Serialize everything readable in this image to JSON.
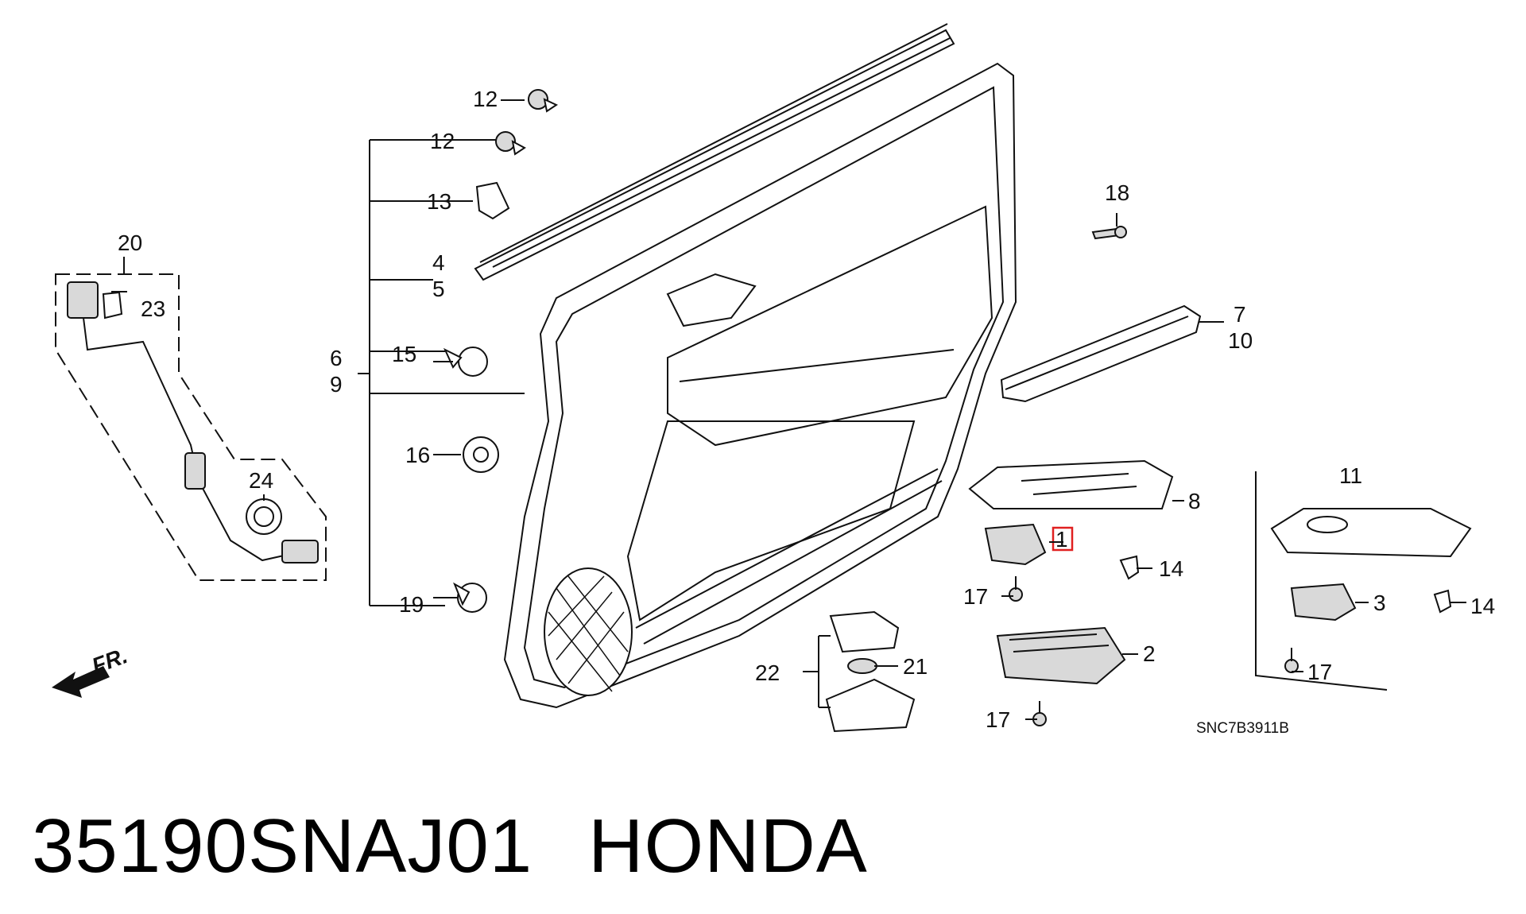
{
  "callouts": {
    "c1": "1",
    "c2": "2",
    "c3": "3",
    "c4": "4",
    "c5": "5",
    "c6": "6",
    "c7": "7",
    "c8": "8",
    "c9": "9",
    "c10": "10",
    "c11": "11",
    "c12a": "12",
    "c12b": "12",
    "c13": "13",
    "c14a": "14",
    "c14b": "14",
    "c15": "15",
    "c16": "16",
    "c17a": "17",
    "c17b": "17",
    "c17c": "17",
    "c18": "18",
    "c19": "19",
    "c20": "20",
    "c21": "21",
    "c22": "22",
    "c23": "23",
    "c24": "24"
  },
  "direction_label": "FR.",
  "diagram_code": "SNC7B3911B",
  "footer": {
    "part_number": "35190SNAJ01",
    "brand": "HONDA"
  },
  "highlight_color": "#e02020"
}
